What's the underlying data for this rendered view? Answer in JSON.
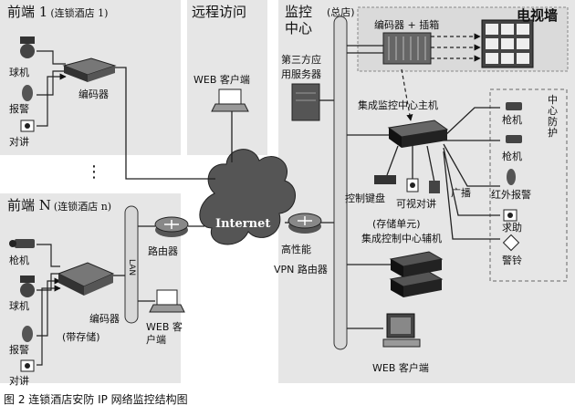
{
  "panels": {
    "frontend1": {
      "title": "前端 1",
      "subtitle": "(连锁酒店 1)"
    },
    "remote": {
      "title": "远程访问"
    },
    "center": {
      "title_l1": "监控",
      "title_l2": "中心",
      "hq": "(总店)"
    },
    "tvwall": {
      "title": "电视墙"
    },
    "frontendN": {
      "title": "前端 N",
      "subtitle": "(连锁酒店 n)"
    }
  },
  "labels": {
    "dome_camera": "球机",
    "alarm": "报警",
    "intercom": "对讲",
    "encoder": "编码器",
    "web_client": "WEB 客户端",
    "encoder_mux": "编码器 + 插箱",
    "third_party_l1": "第三方应",
    "third_party_l2": "用服务器",
    "main_host": "集成监控中心主机",
    "center_protect": "中心防护",
    "gun_camera": "枪机",
    "keyboard": "控制键盘",
    "video_intercom": "可视对讲",
    "broadcast": "广播",
    "ir_alarm": "红外报警",
    "help": "求助",
    "siren": "警铃",
    "storage_l1": "(存储单元)",
    "storage_l2": "集成控制中心辅机",
    "internet": "Internet",
    "router": "路由器",
    "vpn_l1": "高性能",
    "vpn_l2": "VPN 路由器",
    "lan": "LAN",
    "with_storage": "(带存储)",
    "dots": "⋮"
  },
  "caption": "图 2  连锁酒店安防 IP 网络监控结构图"
}
